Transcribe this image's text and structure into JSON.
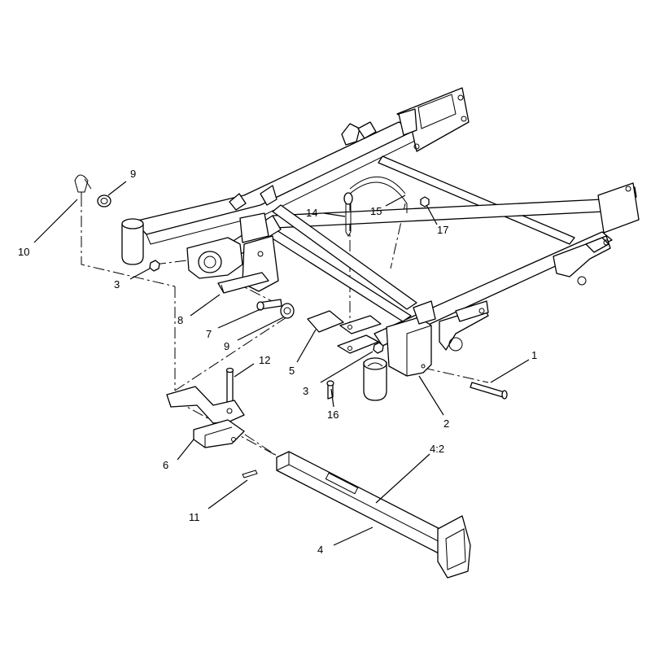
{
  "colors": {
    "ink": "#000000",
    "paper": "#ffffff"
  },
  "callouts": {
    "c1": "1",
    "c2": "2",
    "c3a": "3",
    "c3b": "3",
    "c4": "4",
    "c4_2": "4:2",
    "c5": "5",
    "c6": "6",
    "c7": "7",
    "c8": "8",
    "c9a": "9",
    "c9b": "9",
    "c10": "10",
    "c11": "11",
    "c12": "12",
    "c14": "14",
    "c15": "15",
    "c16": "16",
    "c17": "17"
  }
}
